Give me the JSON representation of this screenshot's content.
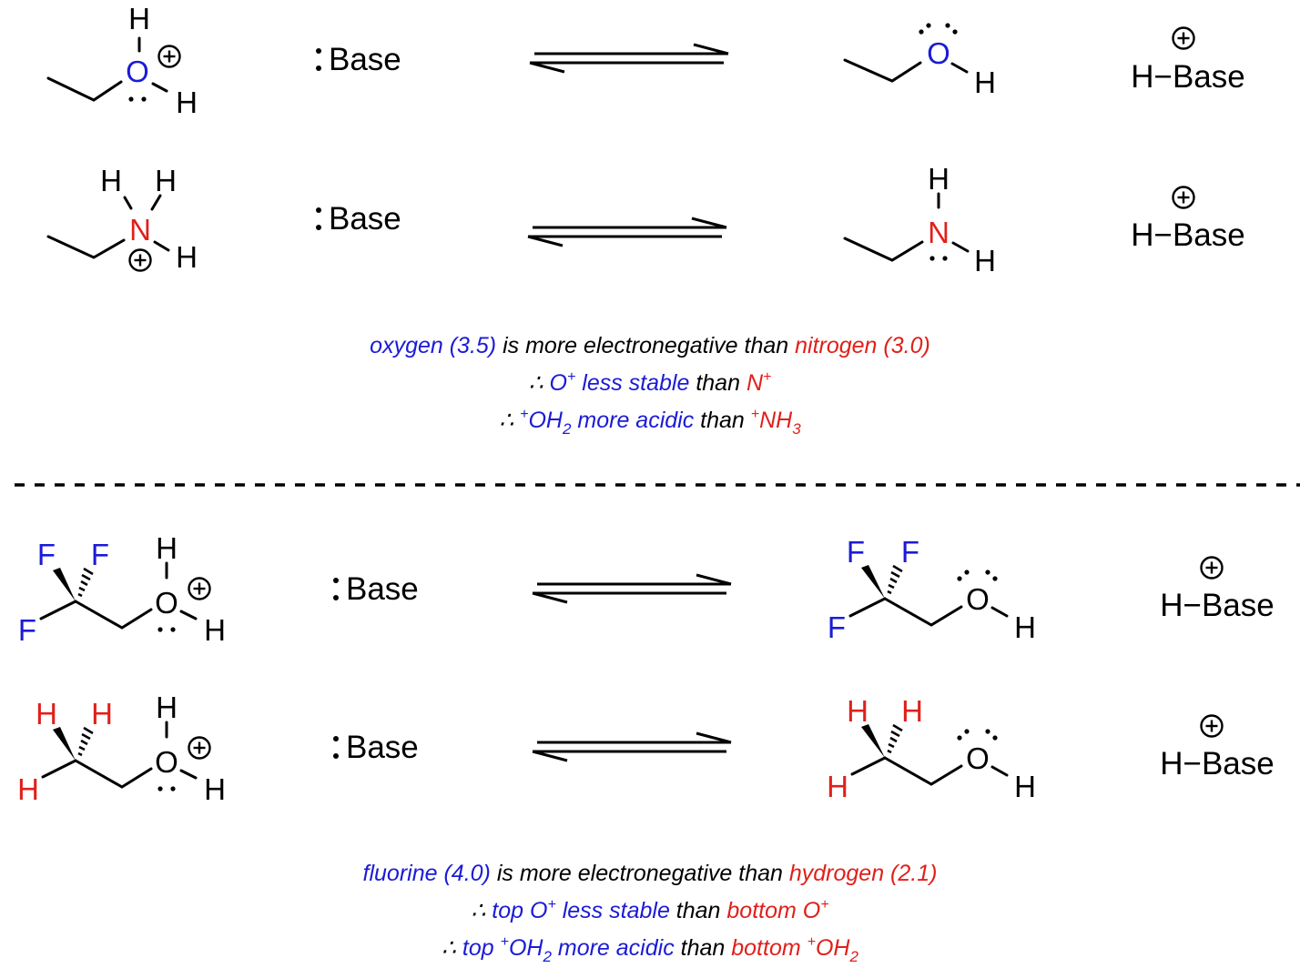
{
  "atoms": {
    "H": "H",
    "O": "O",
    "N": "N",
    "F": "F"
  },
  "base_reagent": "Base",
  "base_product": "H−Base",
  "charge_symbol": "+",
  "colors": {
    "oxygen_nitrogen_blue": "#1b1bd6",
    "nitrogen_red": "#e0201b",
    "fluorine_blue": "#1b1bd6",
    "hydrogen_red": "#e0201b",
    "text": "#000000"
  },
  "icons": [
    "equilibrium-arrow",
    "plus-charge-circle",
    "lone-pair-dots",
    "wedge-bond",
    "hashed-wedge-bond",
    "therefore-symbol"
  ],
  "note_top": {
    "line1": {
      "a": "oxygen (3.5)",
      "b": " is more electronegative than ",
      "c": "nitrogen (3.0)"
    },
    "line2": {
      "sym": "∴ ",
      "a": "O",
      "a_sup": "+",
      "b": " less stable",
      "c": " than ",
      "d": "N",
      "d_sup": "+"
    },
    "line3": {
      "sym": "∴ ",
      "a_sup": "+",
      "a": "OH",
      "a_sub": "2",
      "b": " more acidic",
      "c": " than ",
      "d_sup": "+",
      "d": "NH",
      "d_sub": "3"
    }
  },
  "note_bottom": {
    "line1": {
      "a": "fluorine (4.0)",
      "b": " is more electronegative than ",
      "c": "hydrogen (2.1)"
    },
    "line2": {
      "sym": "∴ ",
      "a": "top O",
      "a_sup": "+",
      "b": " less stable",
      "c": " than ",
      "d": "bottom O",
      "d_sup": "+"
    },
    "line3": {
      "sym": "∴ ",
      "a": "top ",
      "a_sup": "+",
      "a2": "OH",
      "a_sub": "2",
      "b": " more acidic",
      "c": " than ",
      "d": "bottom ",
      "d_sup": "+",
      "d2": "OH",
      "d_sub": "2"
    }
  }
}
